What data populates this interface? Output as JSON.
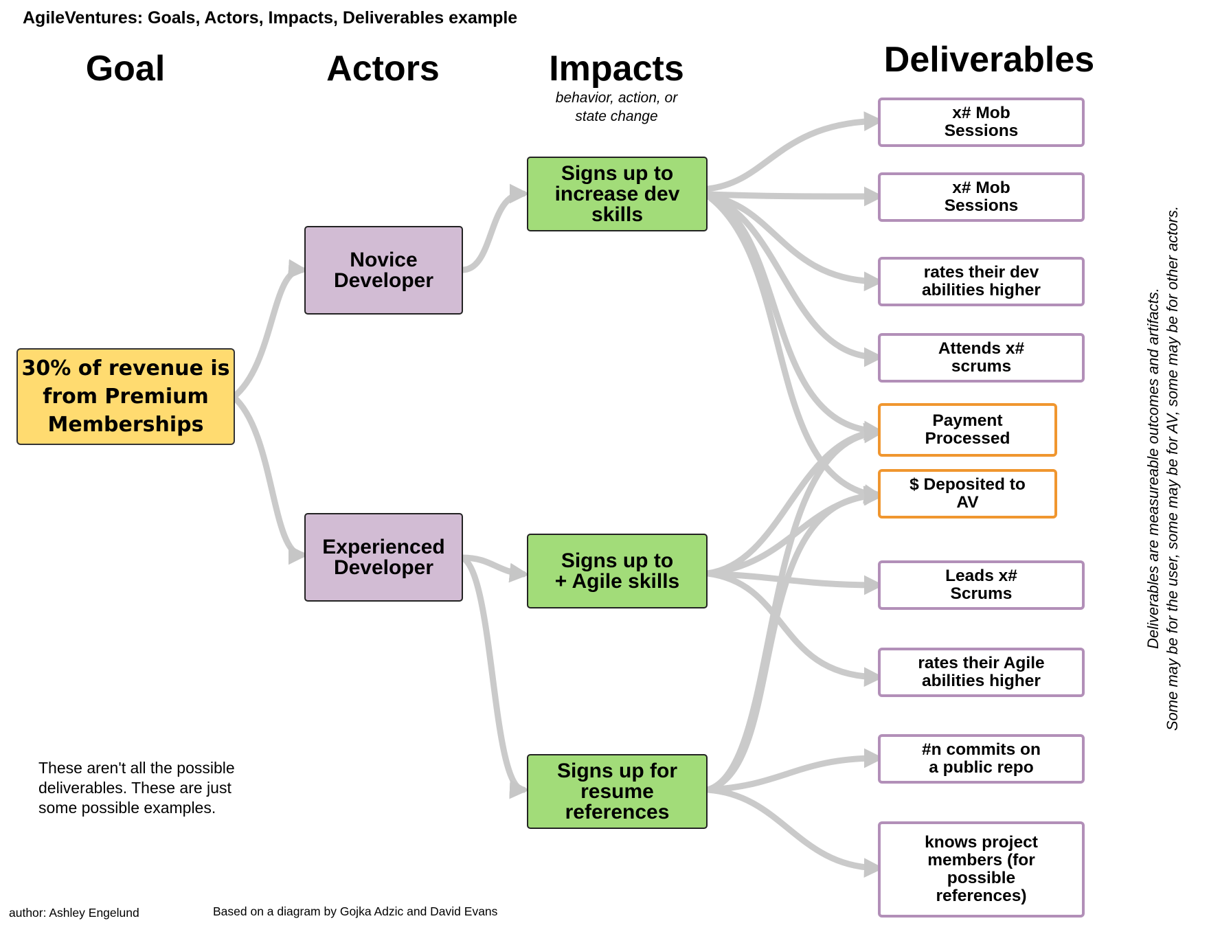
{
  "title": "AgileVentures: Goals, Actors, Impacts, Deliverables example",
  "columns": {
    "goal": "Goal",
    "actors": "Actors",
    "impacts": "Impacts",
    "impacts_sub": "behavior, action, or\nstate change",
    "deliverables": "Deliverables"
  },
  "goal": "30% of revenue is\nfrom Premium\nMemberships",
  "actors": {
    "novice": "Novice\nDeveloper",
    "experienced": "Experienced\nDeveloper"
  },
  "impacts": {
    "dev_skills": "Signs up to\nincrease dev\nskills",
    "agile_skills": "Signs up to\n+ Agile skills",
    "resume": "Signs up for\nresume\nreferences"
  },
  "deliverables": [
    "x# Mob\nSessions",
    "x# Mob\nSessions",
    "rates their dev\nabilities higher",
    "Attends x#\nscrums",
    "Payment\nProcessed",
    "$ Deposited to\nAV",
    "Leads x#\nScrums",
    "rates their Agile\nabilities higher",
    "#n commits on\na public repo",
    "knows project\nmembers (for\npossible\nreferences)"
  ],
  "note": "These aren't all the possible\ndeliverables.  These are just\nsome possible examples.",
  "side_note": "Deliverables are measureable outcomes and artifacts.\nSome may be for the user, some may be for AV, some may be for other actors.",
  "footer": {
    "author": "author: Ashley Engelund",
    "credit": "Based on a diagram by Gojka Adzic and David Evans"
  },
  "colors": {
    "goal": "#ffdb70",
    "actor": "#d2bcd4",
    "impact": "#a2dc79",
    "deliverable_border": "#b28fb8",
    "payment_border": "#f0962f",
    "connector": "#c8c8c8"
  }
}
